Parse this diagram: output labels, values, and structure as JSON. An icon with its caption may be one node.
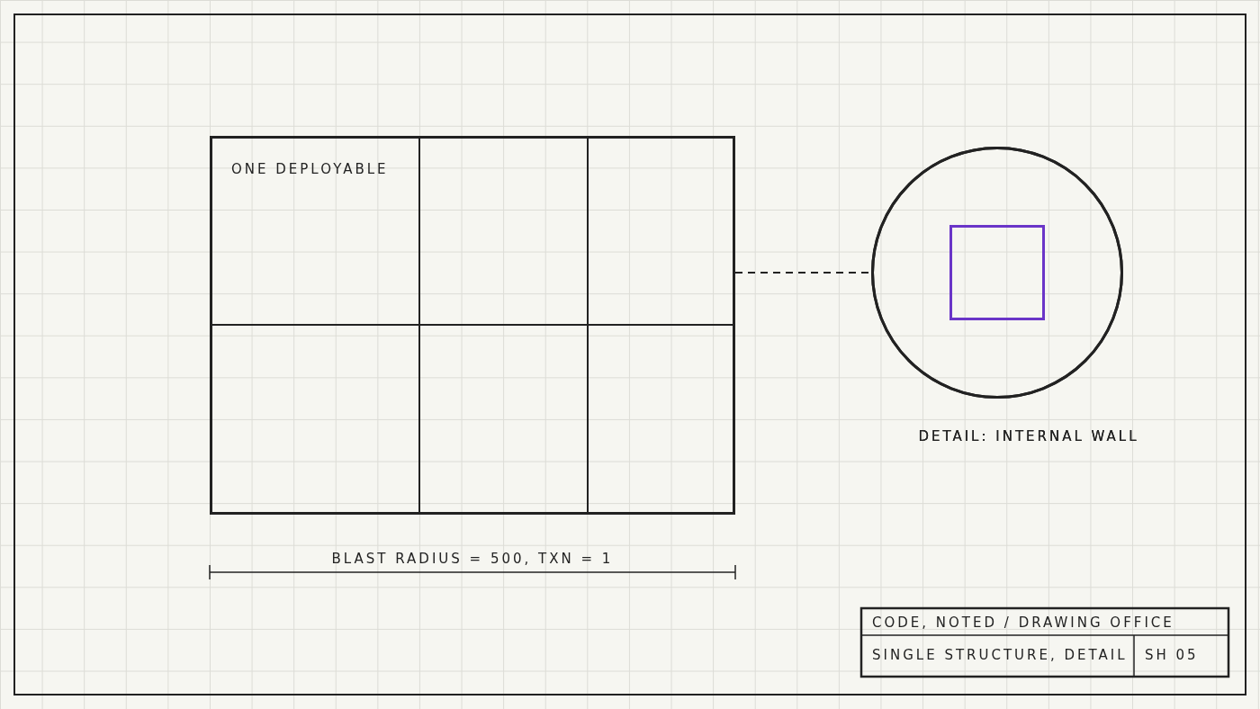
{
  "diagram": {
    "nodes": [
      {
        "text": [
          "ONE DEPLOYABLE"
        ]
      },
      {
        "text": [],
        "shape": "circle",
        "beside": [
          "DETAIL: INTERNAL WALL"
        ]
      },
      {
        "text": [],
        "shape": "box",
        "in": 1
      }
    ],
    "edges": [
      {
        "from": 0,
        "to": 1,
        "arrow": "none",
        "style": "dashed"
      }
    ],
    "labels": [
      "BLAST RADIUS = 500, TXN = 1",
      "CODE, NOTED / DRAWING OFFICE",
      "SINGLE STRUCTURE, DETAIL",
      "SH 05"
    ]
  }
}
